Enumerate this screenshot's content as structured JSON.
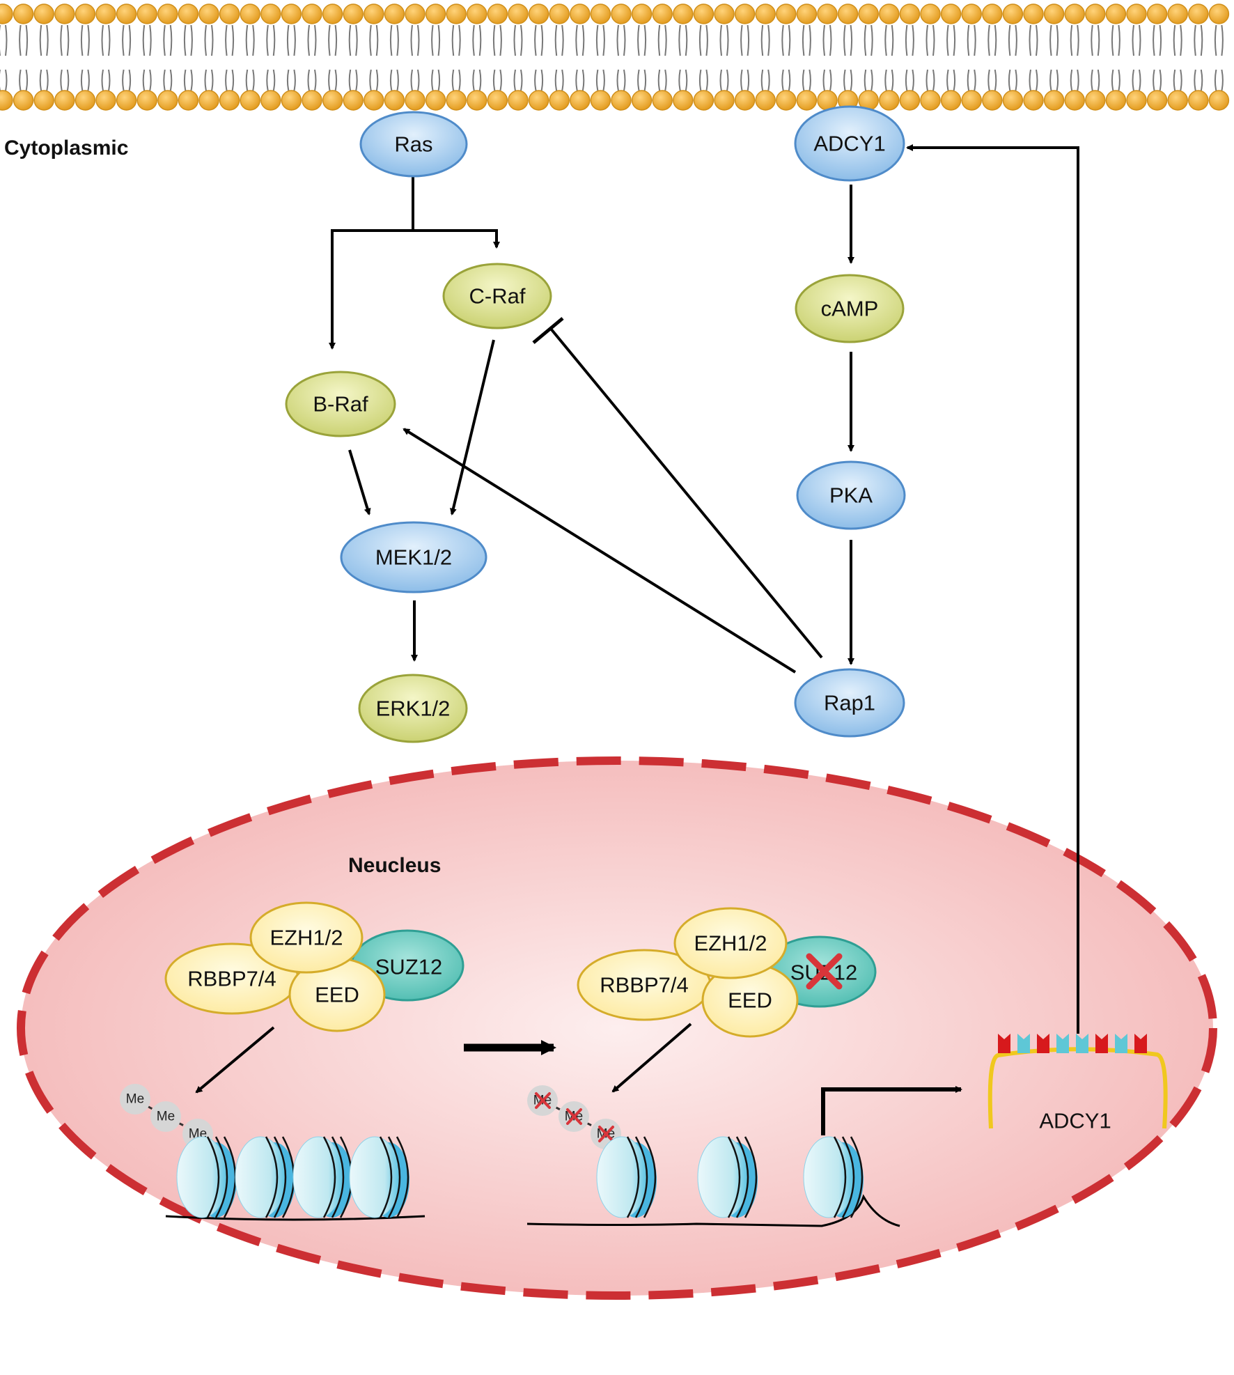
{
  "regions": {
    "cytoplasm": "Cytoplasmic",
    "nucleus": "Neucleus"
  },
  "nodes": {
    "ras": "Ras",
    "craf": "C-Raf",
    "braf": "B-Raf",
    "mek": "MEK1/2",
    "erk": "ERK1/2",
    "adcy1": "ADCY1",
    "camp": "cAMP",
    "pka": "PKA",
    "rap1": "Rap1"
  },
  "complex_left": {
    "ezh": "EZH1/2",
    "suz12": "SUZ12",
    "rbbp": "RBBP7/4",
    "eed": "EED"
  },
  "complex_right": {
    "ezh": "EZH1/2",
    "suz12": "SUZ12",
    "rbbp": "RBBP7/4",
    "eed": "EED"
  },
  "methyl": [
    "Me",
    "Me",
    "Me"
  ],
  "methyl_removed": [
    "Me",
    "Me",
    "Me"
  ],
  "gene": "ADCY1",
  "colors": {
    "blue_node": "#a9cdee",
    "olive_node": "#dfe49a",
    "yellow_node": "#fff3b8",
    "teal_node": "#6fcfc4",
    "membrane_head": "#f0b43c",
    "nucleus_fill": "#f7c4c4",
    "nucleus_border": "#cc2f33",
    "cross": "#d8353a"
  }
}
